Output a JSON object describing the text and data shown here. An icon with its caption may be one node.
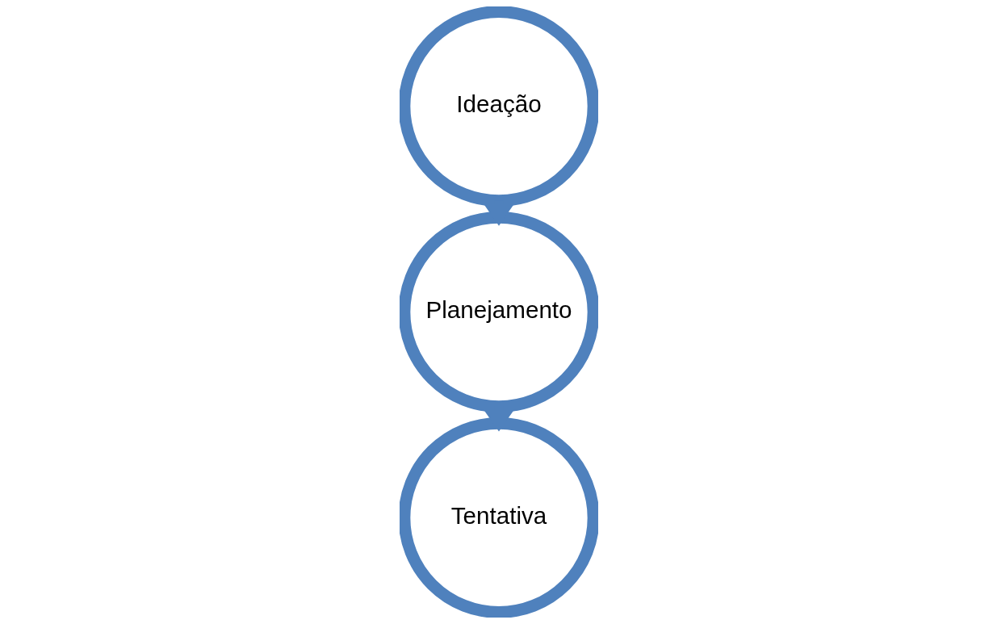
{
  "diagram": {
    "nodes": [
      {
        "text": [
          "Ideação"
        ]
      },
      {
        "text": [
          "Planejamento"
        ]
      },
      {
        "text": [
          "Tentativa"
        ]
      }
    ],
    "edges": [
      {
        "from": 0,
        "to": 1,
        "arrow": "to",
        "style": "thick"
      },
      {
        "from": 1,
        "to": 2,
        "arrow": "to",
        "style": "thick"
      }
    ]
  }
}
